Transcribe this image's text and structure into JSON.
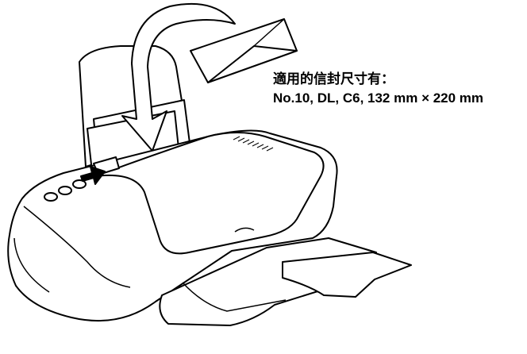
{
  "caption": {
    "heading": "適用的信封尺寸有：",
    "sizes": "No.10, DL, C6, 132 mm × 220 mm"
  },
  "colors": {
    "line": "#000000",
    "fill": "#ffffff"
  },
  "icons": [
    "envelope",
    "curved-arrow",
    "push-arrow",
    "printer"
  ]
}
